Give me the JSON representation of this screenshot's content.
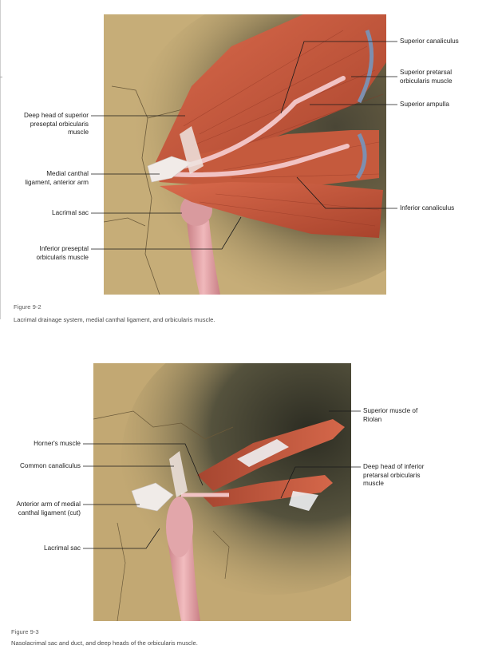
{
  "figure1": {
    "labels": {
      "superior_canaliculus": "Superior canaliculus",
      "superior_pretarsal": "Superior pretarsal\norbicularis muscle",
      "superior_ampulla": "Superior ampulla",
      "deep_head_superior": "Deep head of superior\npreseptal orbicularis\nmuscle",
      "medial_canthal": "Medial canthal\nligament, anterior arm",
      "lacrimal_sac": "Lacrimal sac",
      "inferior_canaliculus": "Inferior canaliculus",
      "inferior_preseptal": "Inferior preseptal\norbicularis muscle"
    },
    "number": "Figure 9-2",
    "caption": "Lacrimal drainage system, medial canthal ligament, and orbicularis muscle."
  },
  "figure2": {
    "labels": {
      "superior_riolan": "Superior muscle of\nRiolan",
      "horners_muscle": "Horner's muscle",
      "common_canaliculus": "Common canaliculus",
      "deep_head_inferior": "Deep head of inferior\npretarsal orbicularis\nmuscle",
      "anterior_arm_cut": "Anterior arm of medial\ncanthal ligament (cut)",
      "lacrimal_sac": "Lacrimal sac"
    },
    "number": "Figure 9-3",
    "caption": "Nasolacrimal sac and duct, and deep heads of the orbicularis muscle."
  },
  "colors": {
    "bone": "#c9b07c",
    "shadow": "#3c3a2c",
    "muscle": "#c8583e",
    "muscle_dark": "#9d3a26",
    "duct": "#e6a2a6",
    "tendon": "#efe6e2"
  }
}
